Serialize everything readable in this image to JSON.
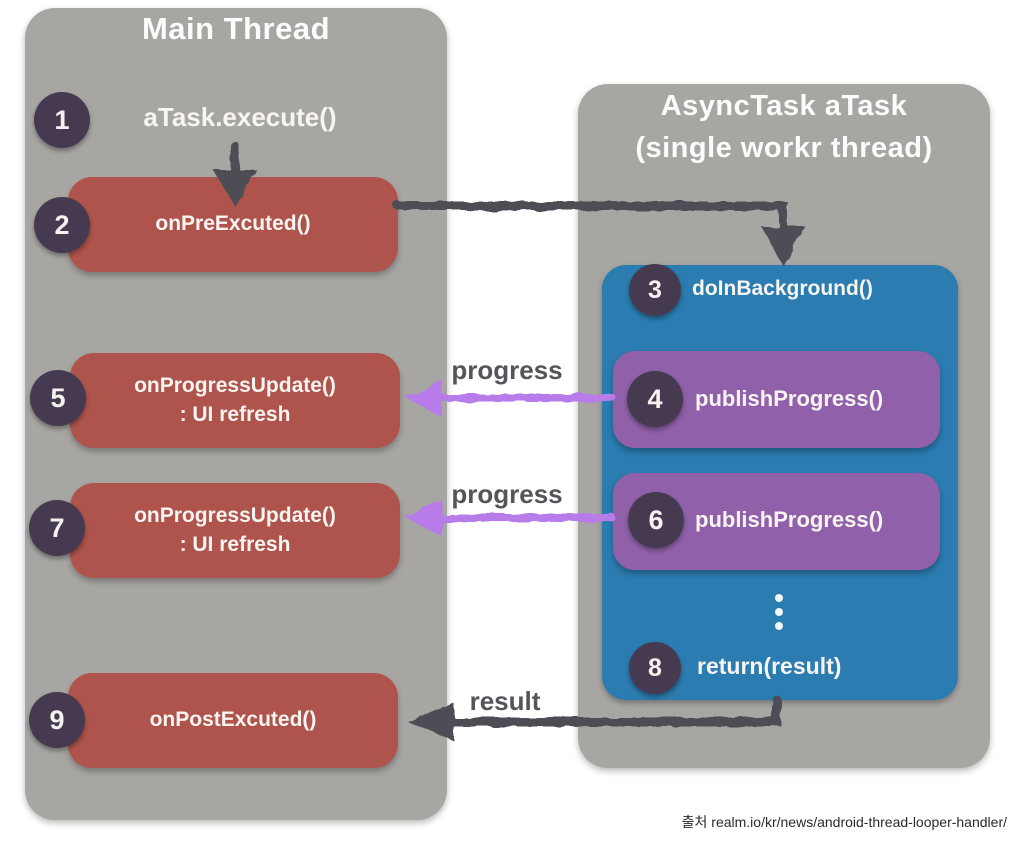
{
  "diagram": {
    "left_panel": {
      "title": "Main Thread",
      "step1": {
        "num": "1",
        "label": "aTask.execute()"
      },
      "step2": {
        "num": "2",
        "label": "onPreExcuted()"
      },
      "step5": {
        "num": "5",
        "line1": "onProgressUpdate()",
        "line2": ": UI refresh"
      },
      "step7": {
        "num": "7",
        "line1": "onProgressUpdate()",
        "line2": ": UI refresh"
      },
      "step9": {
        "num": "9",
        "label": "onPostExcuted()"
      }
    },
    "right_panel": {
      "title_line1": "AsyncTask aTask",
      "title_line2": "(single workr thread)",
      "step3": {
        "num": "3",
        "label": "doInBackground()"
      },
      "step4": {
        "num": "4",
        "label": "publishProgress()"
      },
      "step6": {
        "num": "6",
        "label": "publishProgress()"
      },
      "step8": {
        "num": "8",
        "label": "return(result)"
      },
      "ellipsis_icon": "vertical-dots"
    },
    "arrow_labels": {
      "progress_top": "progress",
      "progress_bottom": "progress",
      "result": "result"
    },
    "colors": {
      "panel_gray": "#a8a6a3",
      "box_red": "#ae544c",
      "panel_blue": "#2b7cb0",
      "box_purple": "#9061aa",
      "circle_dark": "#463a50",
      "arrow_dark": "#4e4e55",
      "arrow_purple": "#b77cea",
      "label_gray": "#54555b"
    },
    "footer": "출처 realm.io/kr/news/android-thread-looper-handler/"
  }
}
